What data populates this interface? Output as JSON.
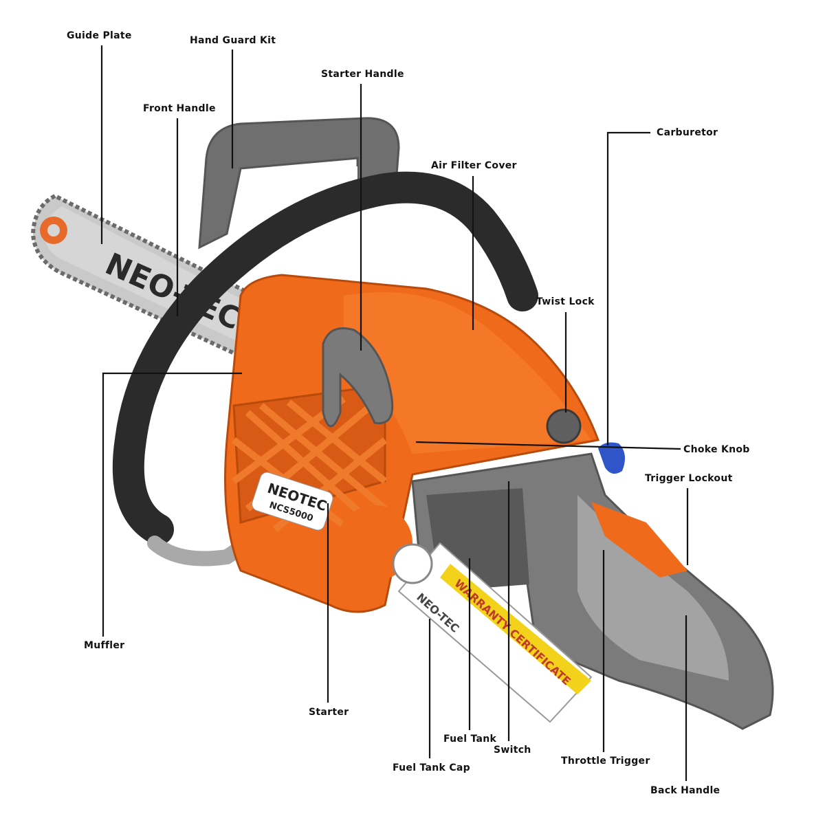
{
  "colors": {
    "body_orange": "#ef6a1a",
    "body_orange_dark": "#c9500c",
    "handle_gray": "#7d7d7d",
    "handle_dark": "#2d2d2d",
    "bar_silver": "#c8c8c8",
    "choke_blue": "#2f55c8",
    "label_yellow": "#f2d21a"
  },
  "labels": {
    "guide_plate": "Guide Plate",
    "hand_guard_kit": "Hand Guard Kit",
    "starter_handle": "Starter Handle",
    "front_handle": "Front Handle",
    "carburetor": "Carburetor",
    "air_filter_cover": "Air Filter Cover",
    "twist_lock": "Twist Lock",
    "choke_knob": "Choke Knob",
    "trigger_lockout": "Trigger Lockout",
    "muffler": "Muffler",
    "starter": "Starter",
    "fuel_tank": "Fuel Tank",
    "switch": "Switch",
    "fuel_tank_cap": "Fuel Tank Cap",
    "throttle_trigger": "Throttle Trigger",
    "back_handle": "Back Handle"
  },
  "product": {
    "bar_brand": "NEO-TEC",
    "body_brand": "NEOTEC",
    "model": "NCS5000",
    "tag_title": "WARRANTY CERTIFICATE",
    "tag_brand": "NEO-TEC"
  }
}
